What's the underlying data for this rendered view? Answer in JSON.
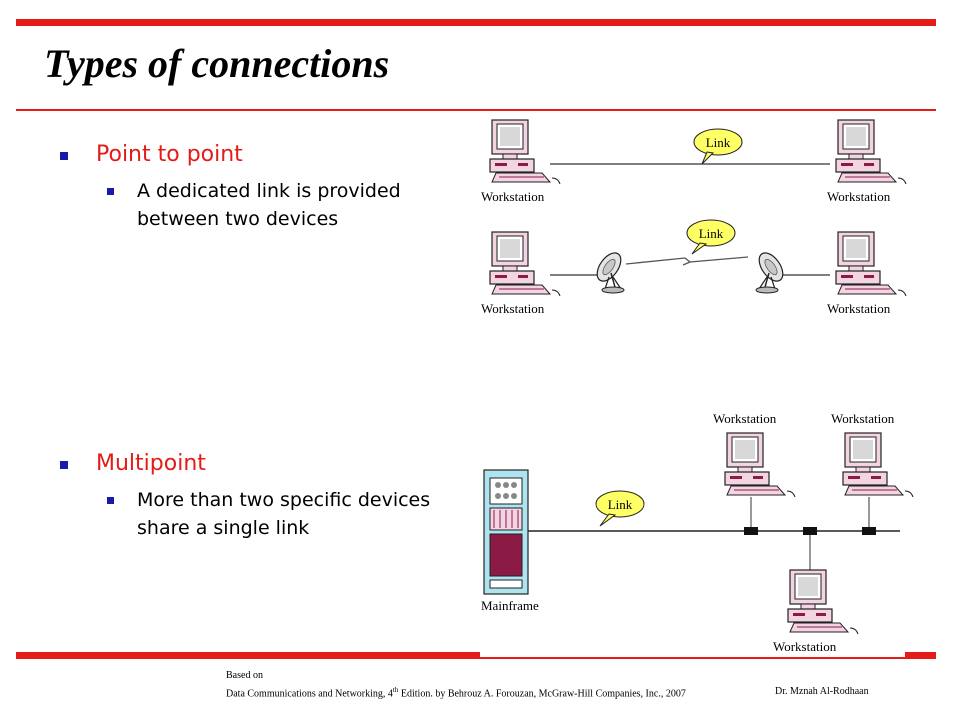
{
  "slide": {
    "title": "Types of connections",
    "accent_color": "#e41b17",
    "bullet_color": "#1a1aa8"
  },
  "bullets": [
    {
      "heading": "Point to point",
      "sub_lines": [
        "A dedicated link is provided",
        "between two devices"
      ]
    },
    {
      "heading": "Multipoint",
      "sub_lines": [
        "More than two specific devices",
        "share a single link"
      ]
    }
  ],
  "diagram_point_to_point": {
    "cable_link_label": "Link",
    "satellite_link_label": "Link",
    "device_labels": [
      "Workstation",
      "Workstation",
      "Workstation",
      "Workstation"
    ]
  },
  "diagram_multipoint": {
    "link_label": "Link",
    "mainframe_label": "Mainframe",
    "workstation_labels": [
      "Workstation",
      "Workstation",
      "Workstation"
    ]
  },
  "footer": {
    "based_on": "Based on",
    "citation_prefix": "Data Communications and Networking, 4",
    "citation_sup": "th",
    "citation_suffix": " Edition. by Behrouz A. Forouzan,  McGraw-Hill Companies, Inc., 2007",
    "author": "Dr. Mznah Al-Rodhaan"
  }
}
